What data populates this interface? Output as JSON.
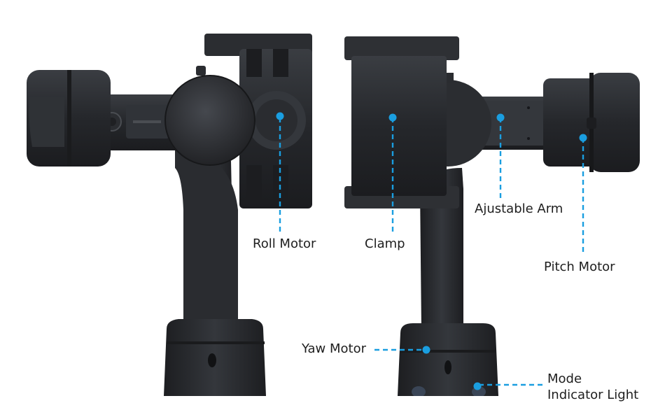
{
  "colors": {
    "accent": "#1a9ee0",
    "device_dark": "#222427",
    "device_mid": "#2e3034",
    "device_light": "#3b3e43",
    "label_text": "#1e1e1e"
  },
  "labels": {
    "roll_motor": "Roll Motor",
    "clamp": "Clamp",
    "adjustable_arm": "Ajustable Arm",
    "pitch_motor": "Pitch Motor",
    "yaw_motor": "Yaw Motor",
    "mode_indicator": "Mode\nIndicator Light"
  }
}
